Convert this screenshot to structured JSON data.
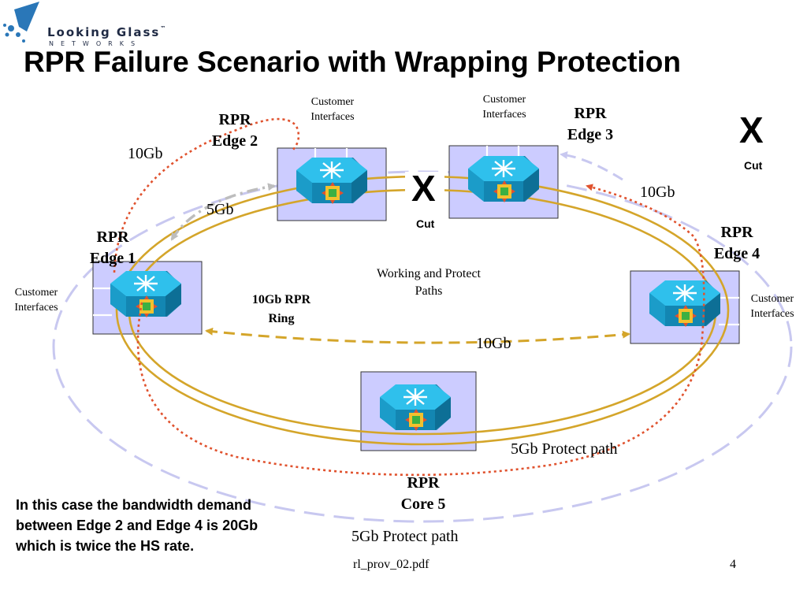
{
  "slide": {
    "logo": {
      "name": "Looking Glass",
      "trademark": "™",
      "subtitle": "NETWORKS"
    },
    "title": "RPR Failure Scenario with Wrapping Protection",
    "nodes": {
      "edge1": {
        "line1": "RPR",
        "line2": "Edge 1"
      },
      "edge2": {
        "line1": "RPR",
        "line2": "Edge 2"
      },
      "edge3": {
        "line1": "RPR",
        "line2": "Edge 3"
      },
      "edge4": {
        "line1": "RPR",
        "line2": "Edge 4"
      },
      "core5": {
        "line1": "RPR",
        "line2": "Core 5"
      }
    },
    "customer_interfaces": {
      "edge1": {
        "line1": "Customer",
        "line2": "Interfaces"
      },
      "edge2": {
        "line1": "Customer",
        "line2": "Interfaces"
      },
      "edge3": {
        "line1": "Customer",
        "line2": "Interfaces"
      },
      "edge4": {
        "line1": "Customer",
        "line2": "Interfaces"
      }
    },
    "cuts": [
      {
        "mark": "X",
        "label": "Cut"
      },
      {
        "mark": "X",
        "label": "Cut"
      }
    ],
    "links": {
      "edge1_edge2_top": "10Gb",
      "edge1_edge2_dashdot": "5Gb",
      "edge3_edge4": "10Gb",
      "edge1_edge4": "10Gb",
      "protect_path_1": "5Gb  Protect path",
      "protect_path_2": "5Gb  Protect path"
    },
    "ring": {
      "line1": "10Gb RPR",
      "line2": "Ring"
    },
    "working_protect": {
      "line1": "Working and Protect",
      "line2": "Paths"
    },
    "note": "In this case the bandwidth demand between Edge 2 and Edge 4 is 20Gb which is twice the HS rate.",
    "footer": {
      "file": "rl_prov_02.pdf",
      "page": "4"
    },
    "colors": {
      "ring": "#d4a52a",
      "outer_dashed": "#c8c8f0",
      "protect_dotted": "#e0522e",
      "dashdot": "#bdbdbd",
      "router_box": "#ccccff",
      "router_body": "#22b0e0"
    }
  }
}
